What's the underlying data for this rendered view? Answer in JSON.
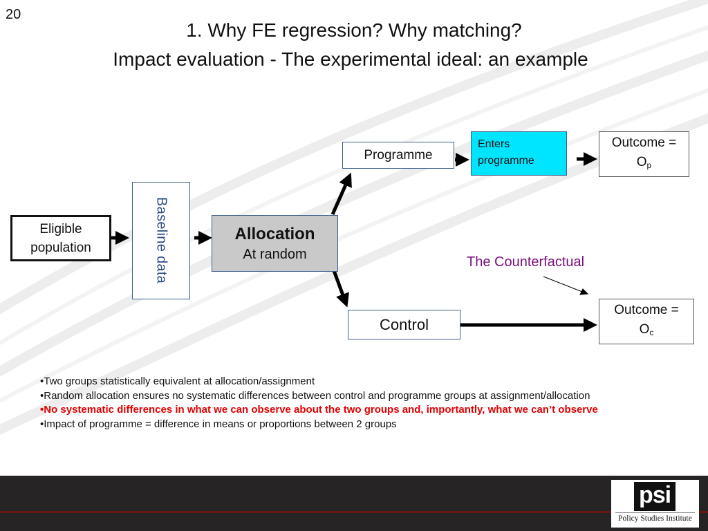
{
  "slide_number": "20",
  "title_line1": "1. Why FE regression? Why matching?",
  "title_line2": "Impact evaluation - The experimental ideal: an example",
  "diagram": {
    "eligible_line1": "Eligible",
    "eligible_line2": "population",
    "baseline": "Baseline data",
    "allocation_title": "Allocation",
    "allocation_sub": "At random",
    "programme": "Programme",
    "enters_line1": "Enters",
    "enters_line2": "programme",
    "outcome_label": "Outcome =",
    "outcome_p_letter": "O",
    "outcome_p_sub": "p",
    "control": "Control",
    "outcome_c_letter": "O",
    "outcome_c_sub": "c",
    "counterfactual": "The Counterfactual"
  },
  "bullets": [
    "•Two groups statistically equivalent at allocation/assignment",
    "•Random allocation ensures no systematic differences between control and programme groups at assignment/allocation",
    "•No systematic differences in what we can observe about the two groups and, importantly, what we can’t observe",
    "•Impact of programme = difference in means or proportions between 2 groups"
  ],
  "logo": {
    "mark": "psi",
    "caption": "Policy Studies Institute"
  },
  "colors": {
    "enters_fill": "#00e5ff",
    "allocation_fill": "#c9c9c9",
    "counterfactual_text": "#7a0f7a",
    "highlight_bullet": "#e00000",
    "footer": "#262424"
  }
}
